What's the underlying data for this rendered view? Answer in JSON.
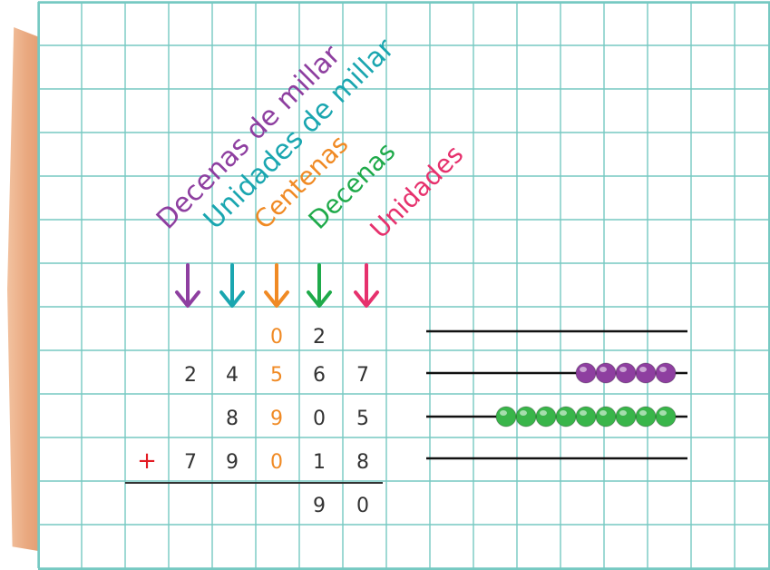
{
  "headers": [
    {
      "label": "Decenas de millar",
      "color": "#8e3fa0"
    },
    {
      "label": "Unidades de millar",
      "color": "#1aa6b0"
    },
    {
      "label": "Centenas",
      "color": "#f08a24"
    },
    {
      "label": "Decenas",
      "color": "#1faa4a"
    },
    {
      "label": "Unidades",
      "color": "#e6316d"
    }
  ],
  "carry": [
    "",
    "",
    "0",
    "2",
    ""
  ],
  "addends": [
    [
      "",
      "2",
      "4",
      "5",
      "6",
      "7"
    ],
    [
      "",
      "",
      "8",
      "9",
      "0",
      "5"
    ],
    [
      "+",
      "7",
      "9",
      "0",
      "1",
      "8"
    ]
  ],
  "result": [
    "",
    "",
    "",
    "",
    "9",
    "0"
  ],
  "abacus": {
    "rods": 4,
    "beads_per_rod": [
      0,
      5,
      9,
      0
    ],
    "bead_colors": [
      "",
      "#8e3fa0",
      "#39b54a",
      ""
    ]
  },
  "colors": {
    "grid": "#76c9c2",
    "digit": "#333333",
    "highlight": "#f08a24",
    "plus": "#e31b23"
  }
}
